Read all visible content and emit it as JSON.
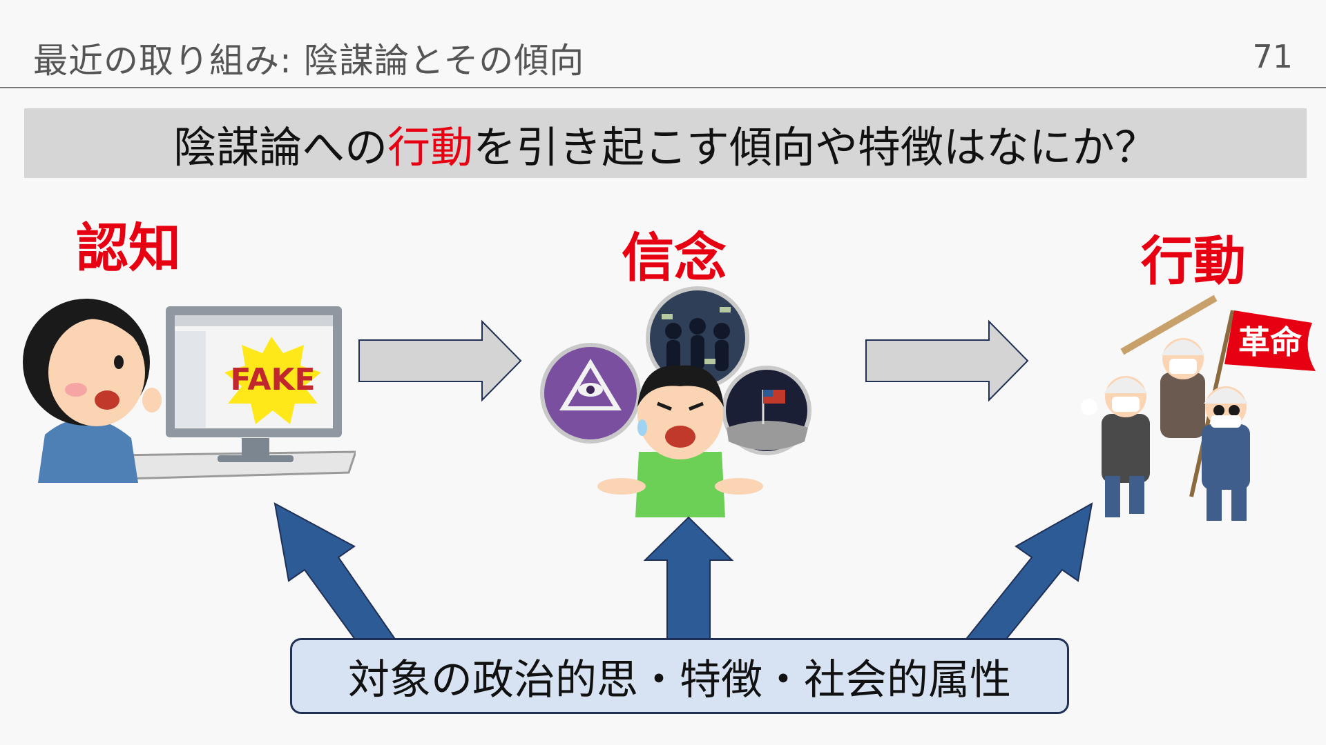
{
  "slide": {
    "title": "最近の取り組み: 陰謀論とその傾向",
    "page_number": "71"
  },
  "question": {
    "prefix": "陰謀論への",
    "accent": "行動",
    "suffix": "を引き起こす傾向や特徴はなにか？"
  },
  "stages": [
    {
      "label": "認知"
    },
    {
      "label": "信念"
    },
    {
      "label": "行動"
    }
  ],
  "illustrations": {
    "screen_text": "FAKE",
    "flag_text": "革命"
  },
  "factors": {
    "label": "対象の政治的思・特徴・社会的属性"
  },
  "colors": {
    "accent_red": "#e60012",
    "arrow_blue": "#2d5b96",
    "box_fill": "#d7e3f2",
    "gray_arrow": "#d4d4d4"
  }
}
